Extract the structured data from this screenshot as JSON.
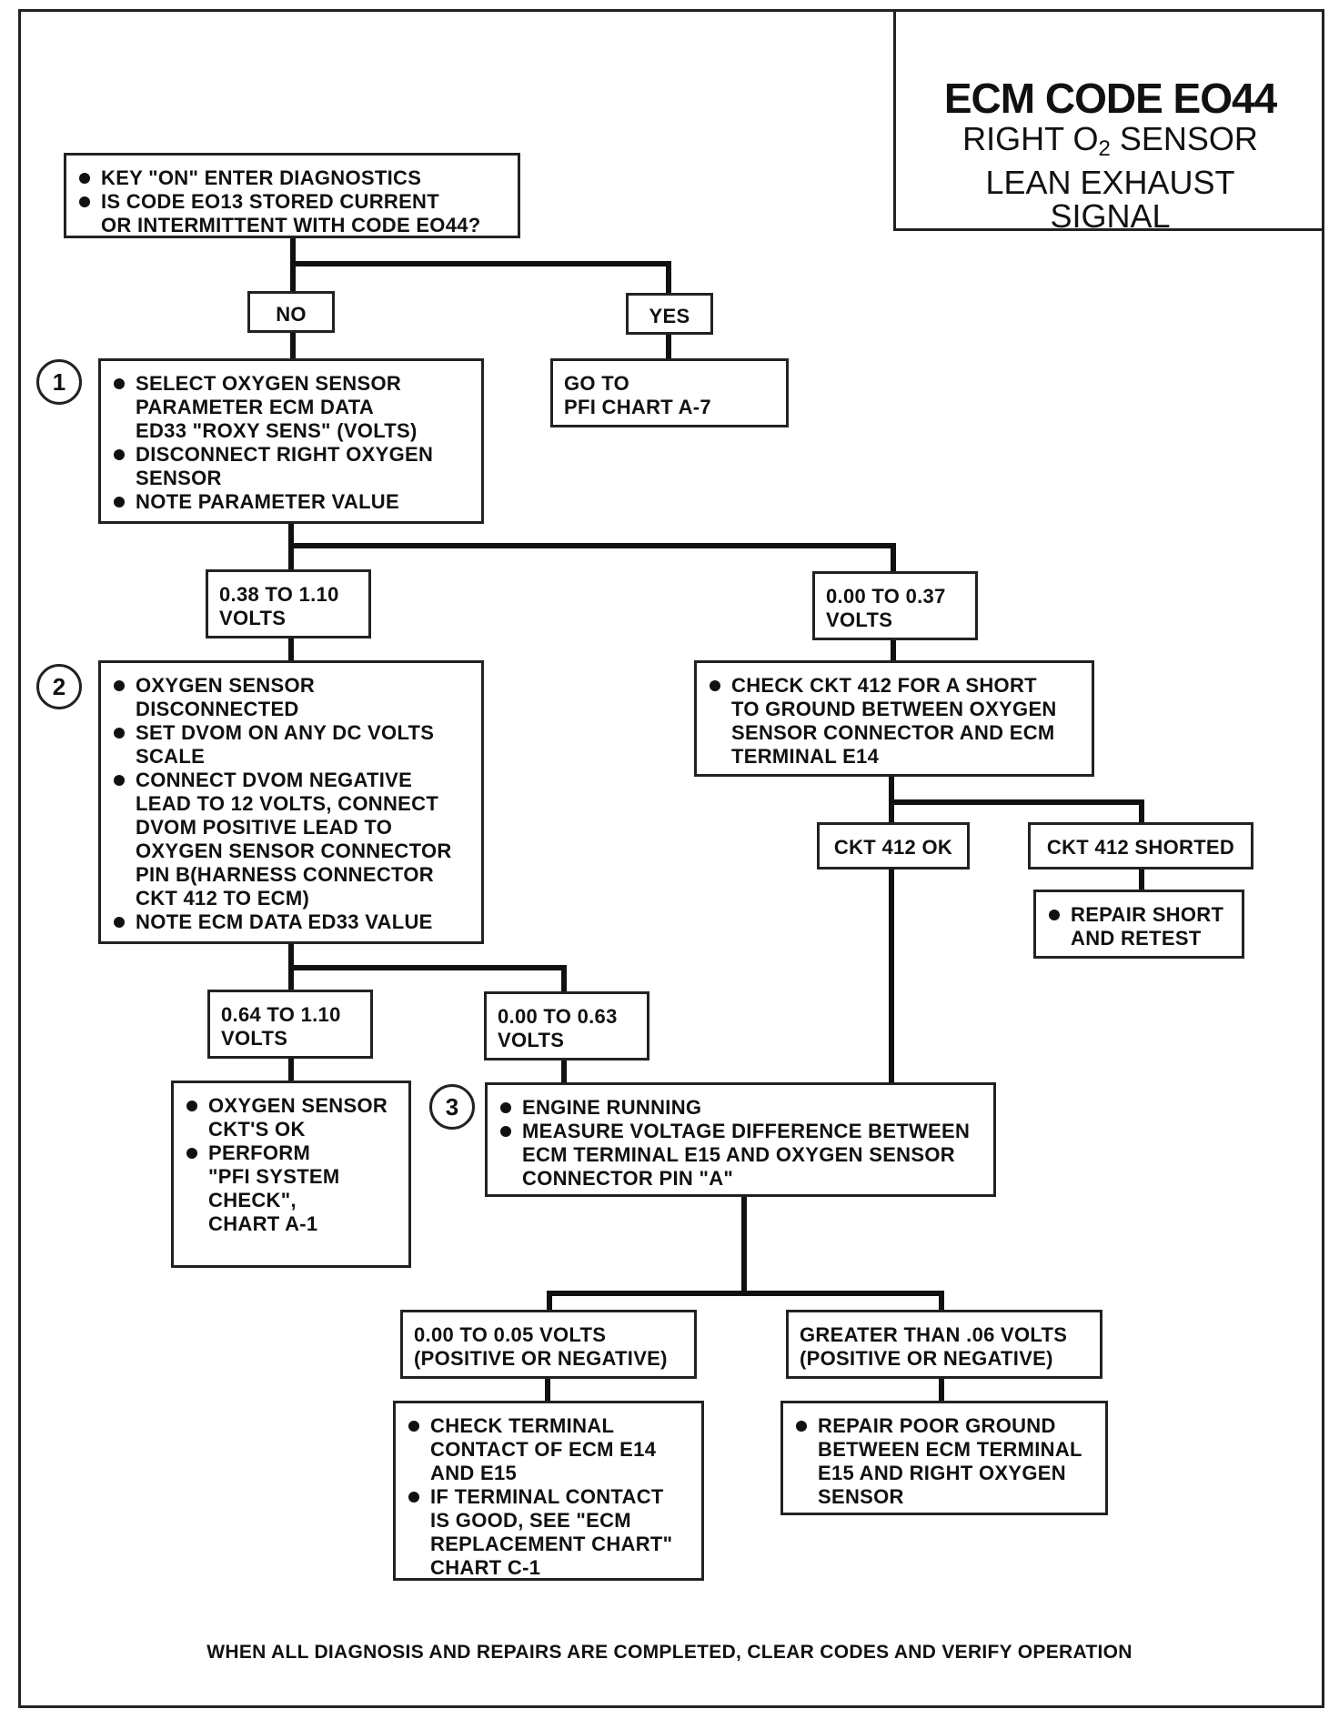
{
  "title": {
    "code": "ECM CODE EO44",
    "line1_pre": "RIGHT O",
    "line1_sub": "2",
    "line1_post": " SENSOR",
    "line2": "LEAN EXHAUST",
    "line3": "SIGNAL"
  },
  "steps": [
    "1",
    "2",
    "3"
  ],
  "start": {
    "bullets": [
      [
        "KEY \"ON\" ENTER DIAGNOSTICS"
      ],
      [
        "IS CODE EO13 STORED CURRENT",
        "OR INTERMITTENT WITH CODE EO44?"
      ]
    ]
  },
  "labels": {
    "no": "NO",
    "yes": "YES",
    "goto_a7": [
      "GO TO",
      "PFI CHART A-7"
    ],
    "v038": [
      "0.38 TO 1.10",
      "VOLTS"
    ],
    "v000_037": [
      "0.00 TO 0.37",
      "VOLTS"
    ],
    "ckt_ok": "CKT 412 OK",
    "ckt_shorted": "CKT 412 SHORTED",
    "v064": [
      "0.64 TO 1.10",
      "VOLTS"
    ],
    "v000_063": [
      "0.00 TO 0.63",
      "VOLTS"
    ],
    "v000_005": [
      "0.00 TO 0.05 VOLTS",
      "(POSITIVE OR NEGATIVE)"
    ],
    "v_greater": [
      "GREATER THAN .06 VOLTS",
      "(POSITIVE OR NEGATIVE)"
    ]
  },
  "step1": {
    "bullets": [
      [
        "SELECT OXYGEN SENSOR",
        "PARAMETER  ECM DATA",
        "ED33 \"ROXY SENS\" (VOLTS)"
      ],
      [
        "DISCONNECT RIGHT OXYGEN",
        "SENSOR"
      ],
      [
        "NOTE PARAMETER VALUE"
      ]
    ]
  },
  "step2": {
    "bullets": [
      [
        "OXYGEN SENSOR",
        "DISCONNECTED"
      ],
      [
        "SET DVOM ON ANY DC VOLTS",
        "SCALE"
      ],
      [
        "CONNECT DVOM NEGATIVE",
        "LEAD TO 12 VOLTS, CONNECT",
        "DVOM POSITIVE LEAD TO",
        "OXYGEN SENSOR CONNECTOR",
        "PIN B(HARNESS CONNECTOR",
        "CKT 412 TO ECM)"
      ],
      [
        "NOTE ECM DATA ED33 VALUE"
      ]
    ]
  },
  "check_ckt412": {
    "bullets": [
      [
        "CHECK CKT 412 FOR A SHORT",
        "TO GROUND BETWEEN OXYGEN",
        "SENSOR CONNECTOR AND ECM",
        "TERMINAL E14"
      ]
    ]
  },
  "repair_short": {
    "bullets": [
      [
        "REPAIR SHORT",
        "AND RETEST"
      ]
    ]
  },
  "sensor_ok": {
    "bullets": [
      [
        "OXYGEN SENSOR",
        "CKT'S OK"
      ],
      [
        "PERFORM",
        "\"PFI SYSTEM",
        "CHECK\",",
        "CHART A-1"
      ]
    ]
  },
  "step3": {
    "bullets": [
      [
        "ENGINE RUNNING"
      ],
      [
        "MEASURE VOLTAGE DIFFERENCE BETWEEN",
        "ECM TERMINAL E15 AND OXYGEN SENSOR",
        "CONNECTOR PIN \"A\""
      ]
    ]
  },
  "check_terminal": {
    "bullets": [
      [
        "CHECK TERMINAL",
        "CONTACT OF ECM E14",
        "AND E15"
      ],
      [
        "IF TERMINAL CONTACT",
        "IS GOOD, SEE \"ECM",
        "REPLACEMENT CHART\"",
        "CHART C-1"
      ]
    ]
  },
  "repair_ground": {
    "bullets": [
      [
        "REPAIR POOR GROUND",
        "BETWEEN ECM TERMINAL",
        "E15 AND RIGHT OXYGEN",
        "SENSOR"
      ]
    ]
  },
  "footer": "WHEN ALL DIAGNOSIS AND REPAIRS ARE COMPLETED, CLEAR CODES AND VERIFY OPERATION"
}
